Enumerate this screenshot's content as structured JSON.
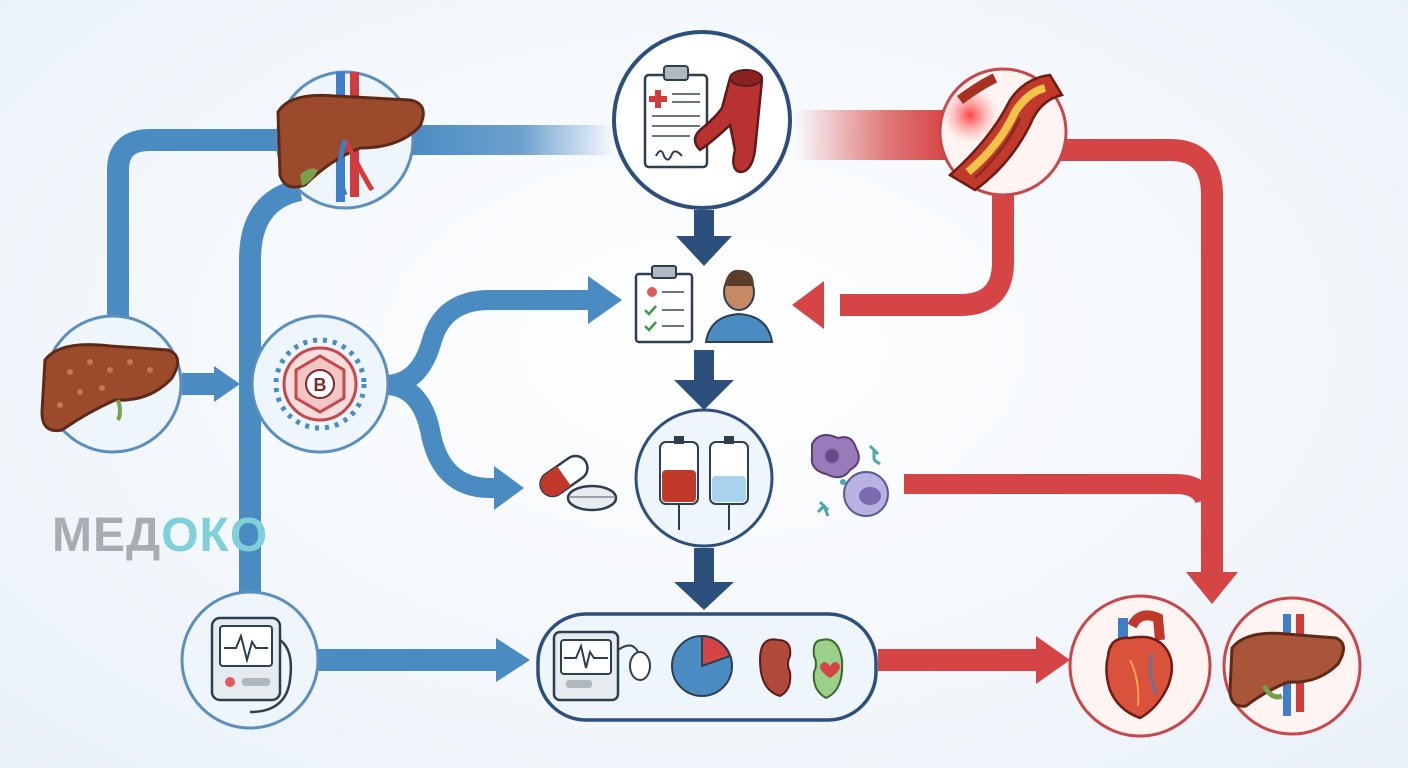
{
  "brand": {
    "part1": "МЕД",
    "part2": "ОКО"
  },
  "icons": {
    "b_virus_letter": "B"
  },
  "colors": {
    "blue": "#4a8bc2",
    "blue_dark": "#2c4f7c",
    "red": "#d64545",
    "node_stroke_blue": "#5a8fbf",
    "node_stroke_red": "#c9474b",
    "liver": "#9c4a2c",
    "teal": "#7fd0d8"
  },
  "nodes": [
    {
      "id": "liver-vessels",
      "icon": "liver-vessels-icon"
    },
    {
      "id": "medical-record",
      "icon": "clipboard-vessel-icon"
    },
    {
      "id": "atherosclerosis",
      "icon": "artery-plaque-icon"
    },
    {
      "id": "cirrhotic-liver",
      "icon": "cirrhotic-liver-icon"
    },
    {
      "id": "hepatitis-b",
      "icon": "hepatitis-b-virus-icon"
    },
    {
      "id": "checklist-doctor",
      "icon": "doctor-checklist-icon"
    },
    {
      "id": "pills",
      "icon": "pills-icon"
    },
    {
      "id": "iv-bags",
      "icon": "iv-bags-icon"
    },
    {
      "id": "immune-cells",
      "icon": "immune-cells-icon"
    },
    {
      "id": "monitor-device",
      "icon": "monitor-device-icon"
    },
    {
      "id": "diagnostics-panel",
      "icon": "diagnostics-panel-icon"
    },
    {
      "id": "heart",
      "icon": "heart-icon"
    },
    {
      "id": "healthy-liver",
      "icon": "healthy-liver-icon"
    }
  ]
}
